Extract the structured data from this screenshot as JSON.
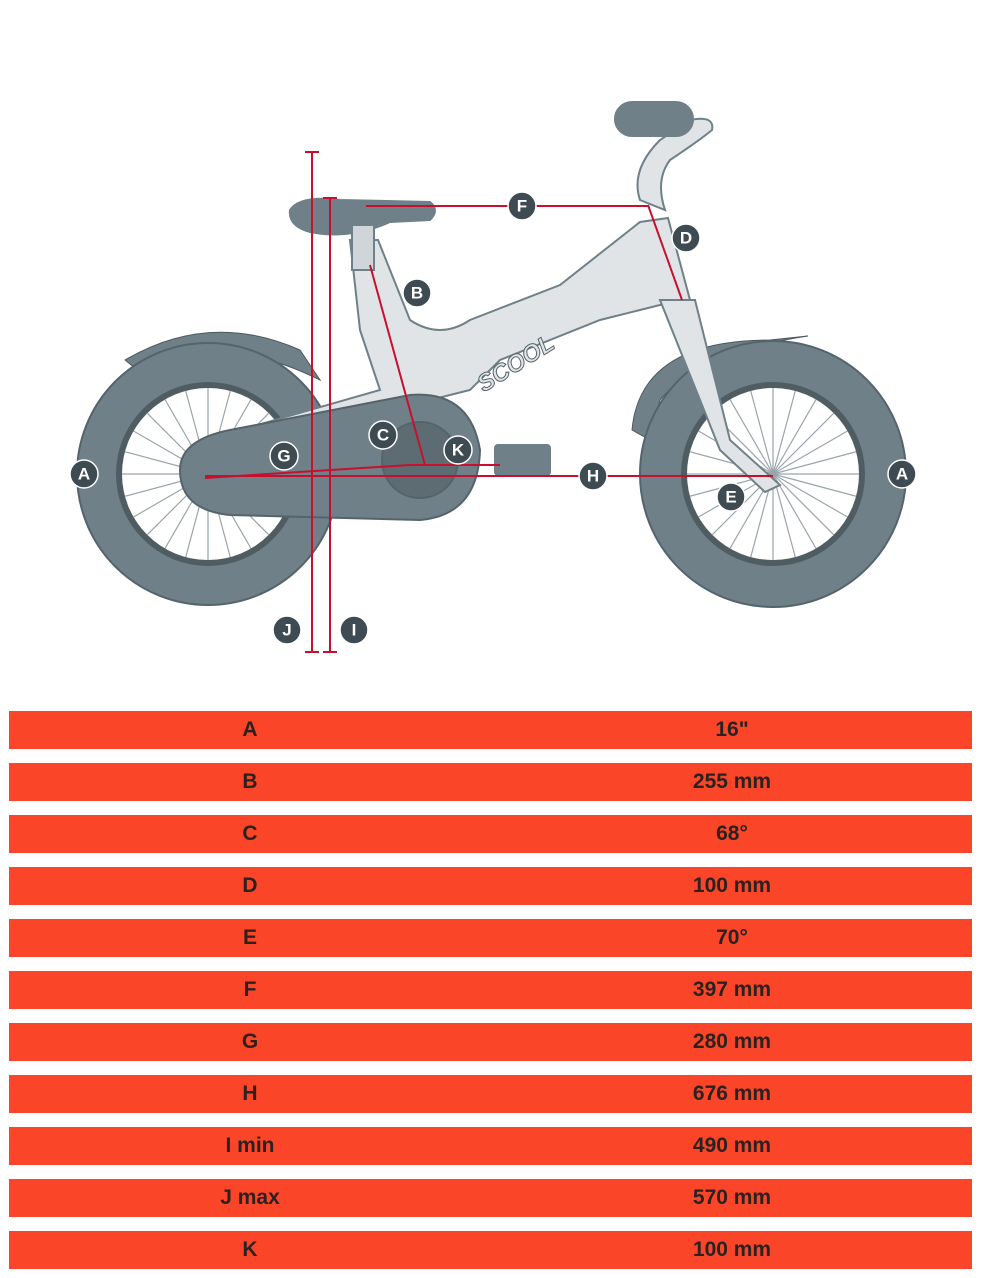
{
  "diagram": {
    "brand": "SCOOL",
    "markers": {
      "A": "A",
      "B": "B",
      "C": "C",
      "D": "D",
      "E": "E",
      "F": "F",
      "G": "G",
      "H": "H",
      "I": "I",
      "J": "J",
      "K": "K"
    }
  },
  "colors": {
    "row_bg": "#fa4528",
    "tire": "#6f8088",
    "frame": "#e0e4e6",
    "dimension": "#c8102e"
  },
  "table": [
    {
      "label": "A",
      "value": "16\""
    },
    {
      "label": "B",
      "value": "255 mm"
    },
    {
      "label": "C",
      "value": "68°"
    },
    {
      "label": "D",
      "value": "100 mm"
    },
    {
      "label": "E",
      "value": "70°"
    },
    {
      "label": "F",
      "value": "397 mm"
    },
    {
      "label": "G",
      "value": "280 mm"
    },
    {
      "label": "H",
      "value": "676 mm"
    },
    {
      "label": "I min",
      "value": "490 mm"
    },
    {
      "label": "J max",
      "value": "570 mm"
    },
    {
      "label": "K",
      "value": "100 mm"
    }
  ]
}
